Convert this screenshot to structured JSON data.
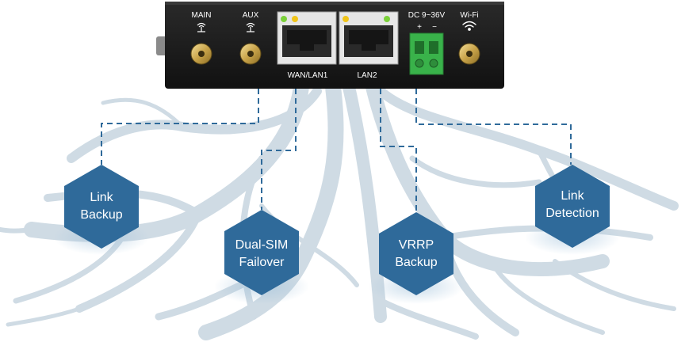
{
  "device": {
    "antenna_main": "MAIN",
    "antenna_aux": "AUX",
    "port_wan": "WAN/LAN1",
    "port_lan2": "LAN2",
    "power": "DC 9~36V",
    "power_plus": "+",
    "power_minus": "−",
    "wifi": "Wi-Fi"
  },
  "features": [
    {
      "line1": "Link",
      "line2": "Backup"
    },
    {
      "line1": "Dual-SIM",
      "line2": "Failover"
    },
    {
      "line1": "VRRP",
      "line2": "Backup"
    },
    {
      "line1": "Link",
      "line2": "Detection"
    }
  ],
  "colors": {
    "hexagon": "#2f6a9a",
    "dashed_line": "#2f6a9a",
    "roots": "#cfdbe4",
    "device_body": "#1a1a1a",
    "terminal": "#39b24a",
    "led_green": "#7bd13a",
    "led_yellow": "#f0c419"
  }
}
